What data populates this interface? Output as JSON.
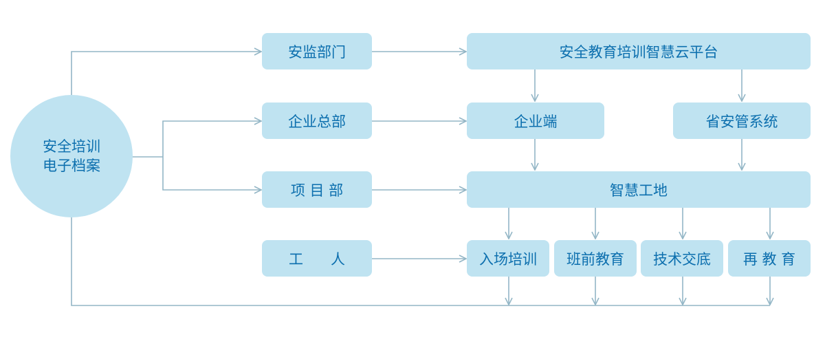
{
  "nodes": {
    "archive_line1": "安全培训",
    "archive_line2": "电子档案",
    "safety_dept": "安监部门",
    "cloud_platform": "安全教育培训智慧云平台",
    "enterprise_hq": "企业总部",
    "enterprise_end": "企业端",
    "provincial_system": "省安管系统",
    "project_dept": "项 目 部",
    "smart_site": "智慧工地",
    "worker": "工      人",
    "entry_training": "入场培训",
    "pre_shift_education": "班前教育",
    "technical_briefing": "技术交底",
    "re_education": "再 教 育"
  },
  "colors": {
    "node_fill": "#bfe3f1",
    "node_text": "#0c6fae",
    "connector": "#93b6c6"
  }
}
